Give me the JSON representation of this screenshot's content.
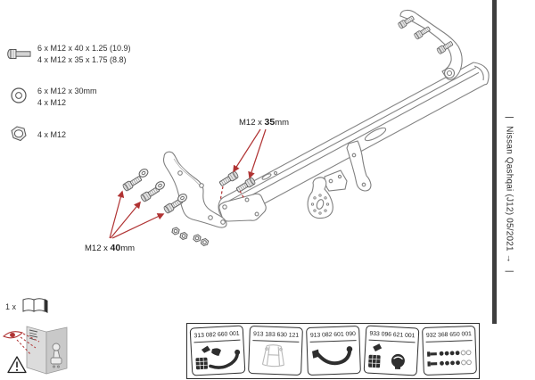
{
  "hardware_list": {
    "items": [
      {
        "icon": "bolt-icon",
        "lines": [
          "6 x M12 x 40 x 1.25 (10.9)",
          "4 x M12 x 35 x 1.75 (8.8)"
        ]
      },
      {
        "icon": "washer-icon",
        "lines": [
          "6 x M12 x 30mm",
          "4 x M12"
        ]
      },
      {
        "icon": "nut-icon",
        "lines": [
          "4 x M12"
        ]
      }
    ]
  },
  "diagram": {
    "callouts": [
      {
        "prefix": "M12 x ",
        "size": "35",
        "suffix": "mm"
      },
      {
        "prefix": "M12 x ",
        "size": "40",
        "suffix": "mm"
      }
    ]
  },
  "side_label": {
    "tick": "|",
    "text": "Nissan Qashqai (J12) 05/2021 →"
  },
  "manual": {
    "quantity": "1 x"
  },
  "parts_strip": {
    "packets": [
      {
        "part_number": "313 082 660 001",
        "icon": "towbar-kit"
      },
      {
        "part_number": "913 183 630 121",
        "icon": "bracket-outline"
      },
      {
        "part_number": "913 082 601 090",
        "icon": "towbar-ball"
      },
      {
        "part_number": "933 096 621 001",
        "icon": "fitting-parts"
      },
      {
        "part_number": "932 368 650 001",
        "icon": "fastener-set"
      }
    ]
  }
}
